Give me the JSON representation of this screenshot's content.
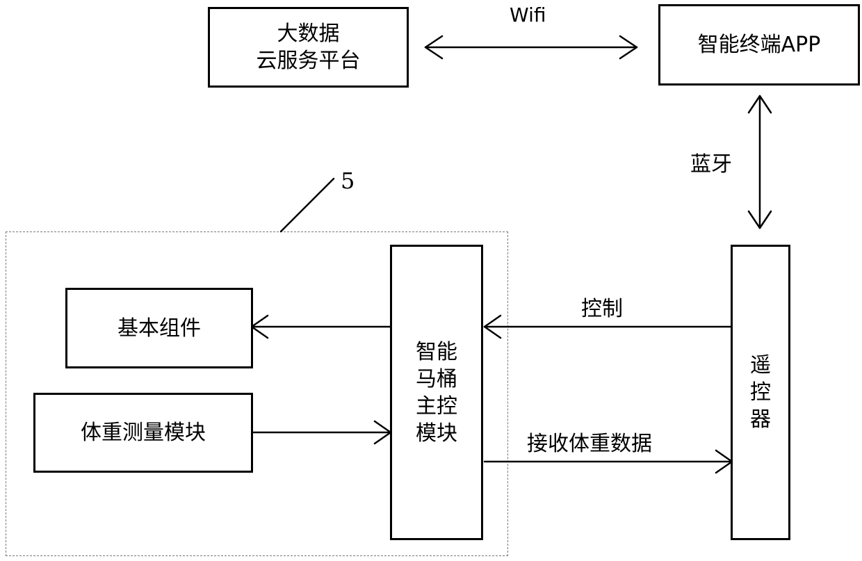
{
  "nodes": {
    "cloud_platform": [
      "大数据",
      "云服务平台"
    ],
    "smart_app": "智能终端APP",
    "basic_components": "基本组件",
    "weight_module": "体重测量模块",
    "main_control": [
      "智能",
      "马桶",
      "主控",
      "模块"
    ],
    "remote_control": [
      "遥",
      "控",
      "器"
    ]
  },
  "edges": {
    "wifi": "Wifi",
    "bluetooth": "蓝牙",
    "control": "控制",
    "receive_weight": "接收体重数据"
  },
  "callout": "5"
}
